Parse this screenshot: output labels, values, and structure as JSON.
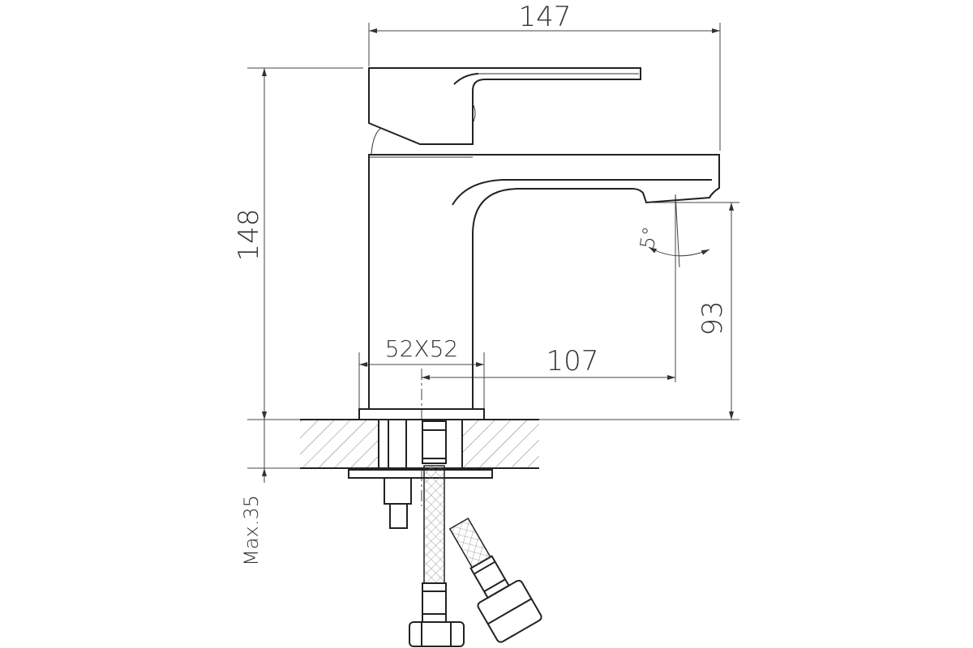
{
  "drawing": {
    "title": "Basin faucet technical drawing",
    "dimensions": {
      "overall_width": "147",
      "overall_height": "148",
      "spout_height": "93",
      "spout_reach": "107",
      "base_size": "52X52",
      "max_mount_thickness": "Max.35",
      "spout_angle": "5°"
    },
    "colors": {
      "line": "#222222",
      "background": "#ffffff"
    }
  }
}
